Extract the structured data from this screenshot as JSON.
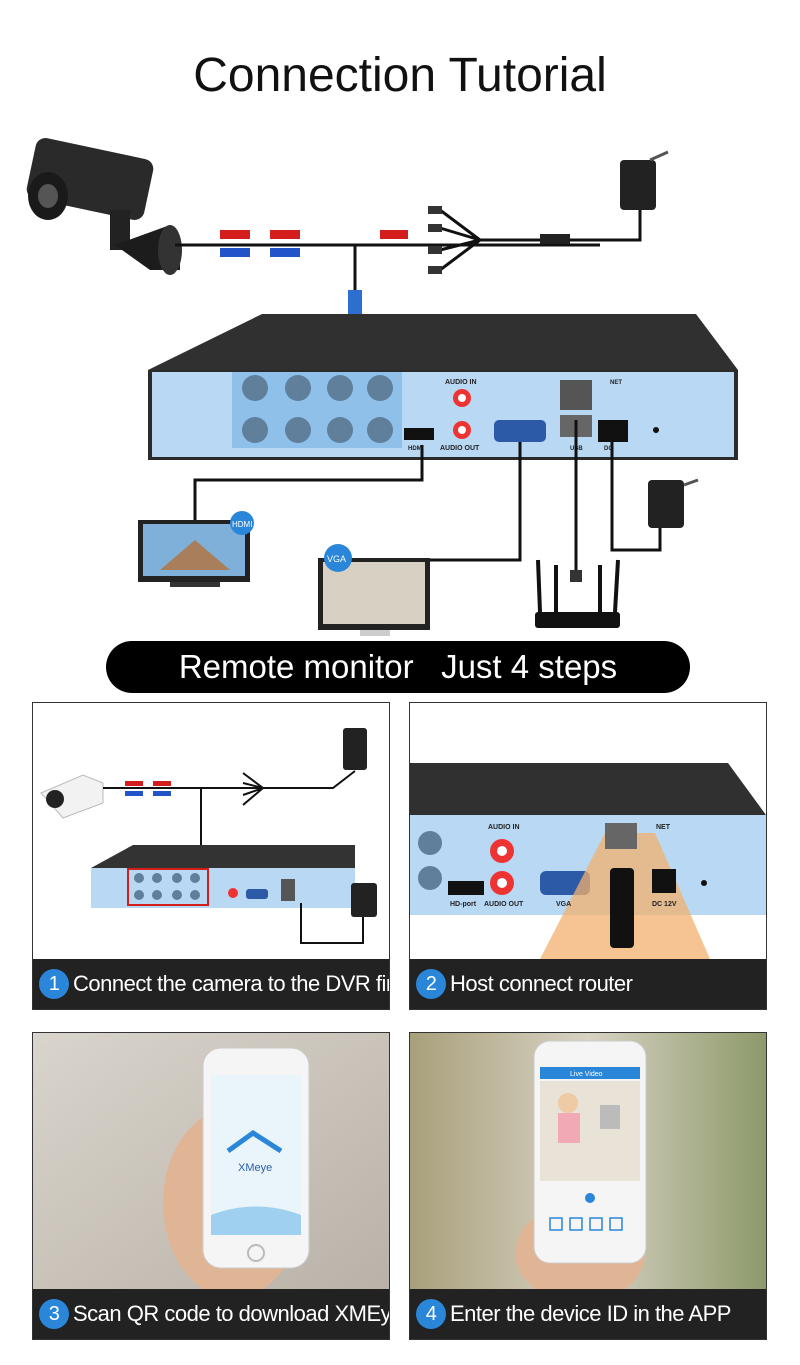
{
  "title": "Connection Tutorial",
  "banner": "Remote monitor   Just 4 steps",
  "dvr_labels": {
    "audio_in": "AUDIO IN",
    "audio_out": "AUDIO OUT",
    "hdmi": "HDMI",
    "vga": "VGA",
    "usb": "USB",
    "net": "NET",
    "dc": "DC",
    "hd_port": "HD-port",
    "dc12v": "DC 12V"
  },
  "monitor_badges": {
    "hdmi": "HDMI",
    "vga": "VGA"
  },
  "steps": [
    {
      "number": "1",
      "caption": "Connect the camera to the DVR first"
    },
    {
      "number": "2",
      "caption": "Host connect router"
    },
    {
      "number": "3",
      "caption": "Scan QR code to download XMEye APP"
    },
    {
      "number": "4",
      "caption": "Enter the device ID in the APP"
    }
  ],
  "phone": {
    "app_name": "XMeye",
    "live_title": "Live Video"
  },
  "colors": {
    "accent": "#2a86d9",
    "dvr_panel": "#b8d8f4",
    "dvr_body": "#2b2b2b",
    "banner_bg": "#000000"
  }
}
